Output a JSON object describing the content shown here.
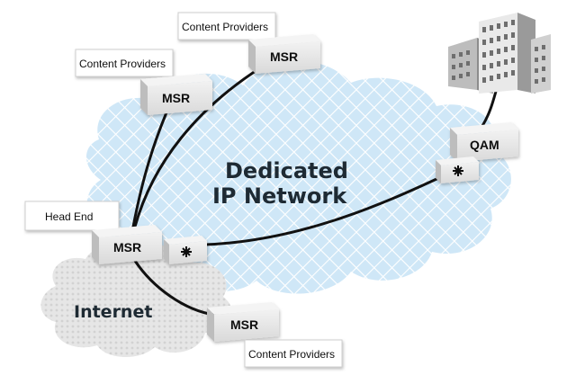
{
  "diagram": {
    "network_title_line1": "Dedicated",
    "network_title_line2": "IP Network",
    "internet_label": "Internet",
    "nodes": [
      {
        "label": "MSR",
        "tag": "Content Providers"
      },
      {
        "label": "MSR",
        "tag": "Content Providers"
      },
      {
        "label": "MSR",
        "tag": "Head End"
      },
      {
        "label": "MSR",
        "tag": "Content Providers"
      },
      {
        "label": "QAM",
        "tag": ""
      }
    ],
    "icons": [
      "router-icon",
      "router-icon",
      "office-buildings-icon"
    ],
    "colors": {
      "cloud_fill": "#cfe7f7",
      "cloud_grid": "#ffffff",
      "internet_cloud_fill": "#e3e3e3",
      "box_fill": "#e6e6e6",
      "box_shade": "#9a9a9a",
      "link_line": "#111111"
    }
  }
}
